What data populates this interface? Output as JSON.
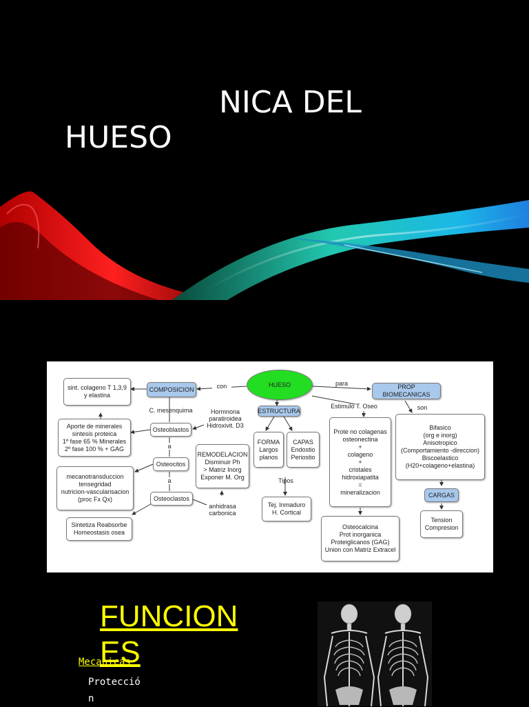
{
  "slide": {
    "title_line1": "NICA DEL",
    "title_line2": "HUESO"
  },
  "concept_map": {
    "nodes": {
      "hueso": "HUESO",
      "composicion": "COMPOSICION",
      "estructura": "ESTRUCTURA",
      "prop_biomecanicas": "PROP BIOMECANICAS",
      "colageno": "sint. colageno T 1,3,9\ny elastina",
      "aporte": "Aporte de minerales\nsintesis proteica\n1º fase 65 % Minerales\n2º fase 100 % + GAG",
      "osteoblastos": "Osteoblastos",
      "osteocitos": "Osteocitos",
      "osteoclastos": "Osteoclastos",
      "mecano": "mecanotransduccion\ntensegridad\nnutricion-vascularisacion\n(proc Fx Qx)",
      "sintetiza": "Sintetiza Reabsorbe\nHomeostasis osea",
      "remodelacion": "REMODELACION\nDisminuir Ph\n> Matriz Inorg\nExponer M. Org",
      "forma": "FORMA\nLargos\nplanos",
      "capas": "CAPAS\nEndostio\nPeriostio",
      "tej": "Tej. Inmaduro\nH. Cortical",
      "prote": "Prote no colagenas\nosteonectina\n+\ncolageno\n+\ncristales\nhidroxiapatita\n=\nmineralizacion",
      "osteocalcina": "Osteocalcina\nProt inorganica\nProteiglicanos (GAG)\nUnion con Matriz Extracel",
      "bifasico": "Bifasico\n(org e inorg)\nAnisotropico\n(Comportamiento -direccion)\nBiscoelastico\n(H20+colageno+elastina)",
      "cargas": "CARGAS",
      "tension": "Tension\nCompresion"
    },
    "labels": {
      "con": "con",
      "para": "para",
      "estimulo": "Estimulo T. Oseo",
      "son": "son",
      "mesenquima": "C. mesenquima",
      "hormona": "Hormnona\nparatiroidea\nHidroxivit. D3",
      "a1": "a",
      "a2": "a",
      "tipos": "Tipos",
      "anhidrasa": "anhidrasa\ncarbonica"
    }
  },
  "funciones": {
    "title": "FUNCIONES",
    "item_heading": "Mecanicas",
    "item_text": "Protección"
  }
}
